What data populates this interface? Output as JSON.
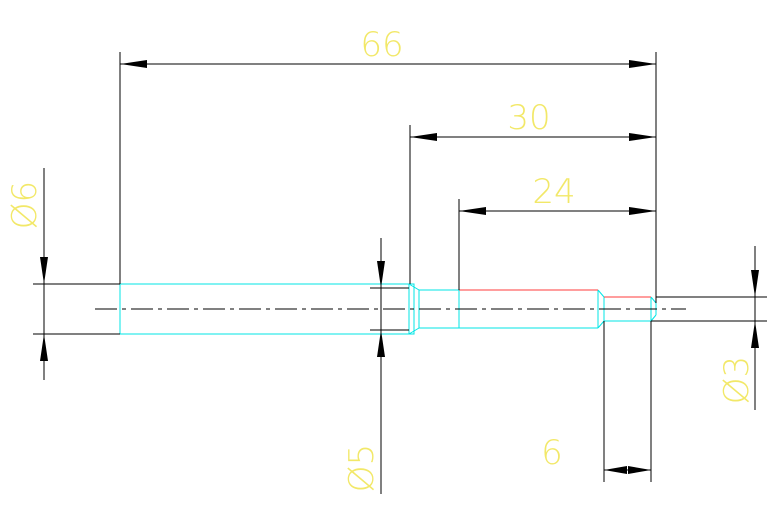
{
  "drawing": {
    "dimensions": {
      "overall_length": "66",
      "step_length": "30",
      "thread_length": "24",
      "tip_length": "6",
      "dia_left": "Ø6",
      "dia_mid": "Ø5",
      "dia_tip": "Ø3"
    },
    "colors": {
      "dimension_text": "#f2e868",
      "part_outline": "#00e5e5",
      "thread_line": "#ff3b3b",
      "dimension_line": "#000000"
    }
  }
}
